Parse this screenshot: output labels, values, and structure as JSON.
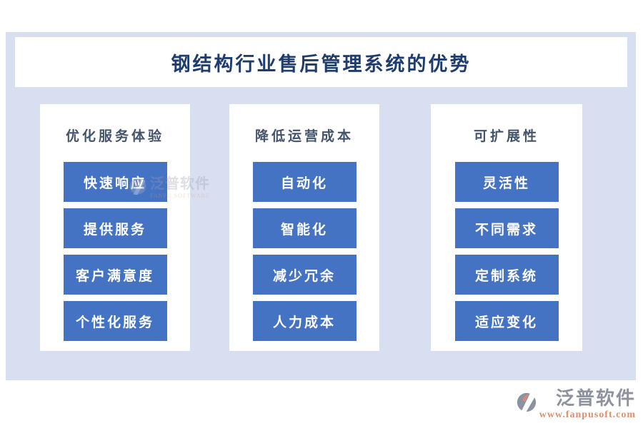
{
  "title": "钢结构行业售后管理系统的优势",
  "columns": [
    {
      "header": "优化服务体验",
      "items": [
        "快速响应",
        "提供服务",
        "客户满意度",
        "个性化服务"
      ]
    },
    {
      "header": "降低运营成本",
      "items": [
        "自动化",
        "智能化",
        "减少冗余",
        "人力成本"
      ]
    },
    {
      "header": "可扩展性",
      "items": [
        "灵活性",
        "不同需求",
        "定制系统",
        "适应变化"
      ]
    }
  ],
  "watermark": {
    "brand": "泛普软件",
    "subtitle": "FANPU SOFTWARE"
  },
  "footer": {
    "brand": "泛普软件",
    "url": "www.fanpusoft.com"
  },
  "colors": {
    "panel_background": "#d8dff0",
    "item_blue": "#4573c4",
    "title_navy": "#1e3c6e",
    "header_slate": "#44546a",
    "footer_gray": "#8e929c",
    "footer_salmon": "#de8f6f"
  }
}
